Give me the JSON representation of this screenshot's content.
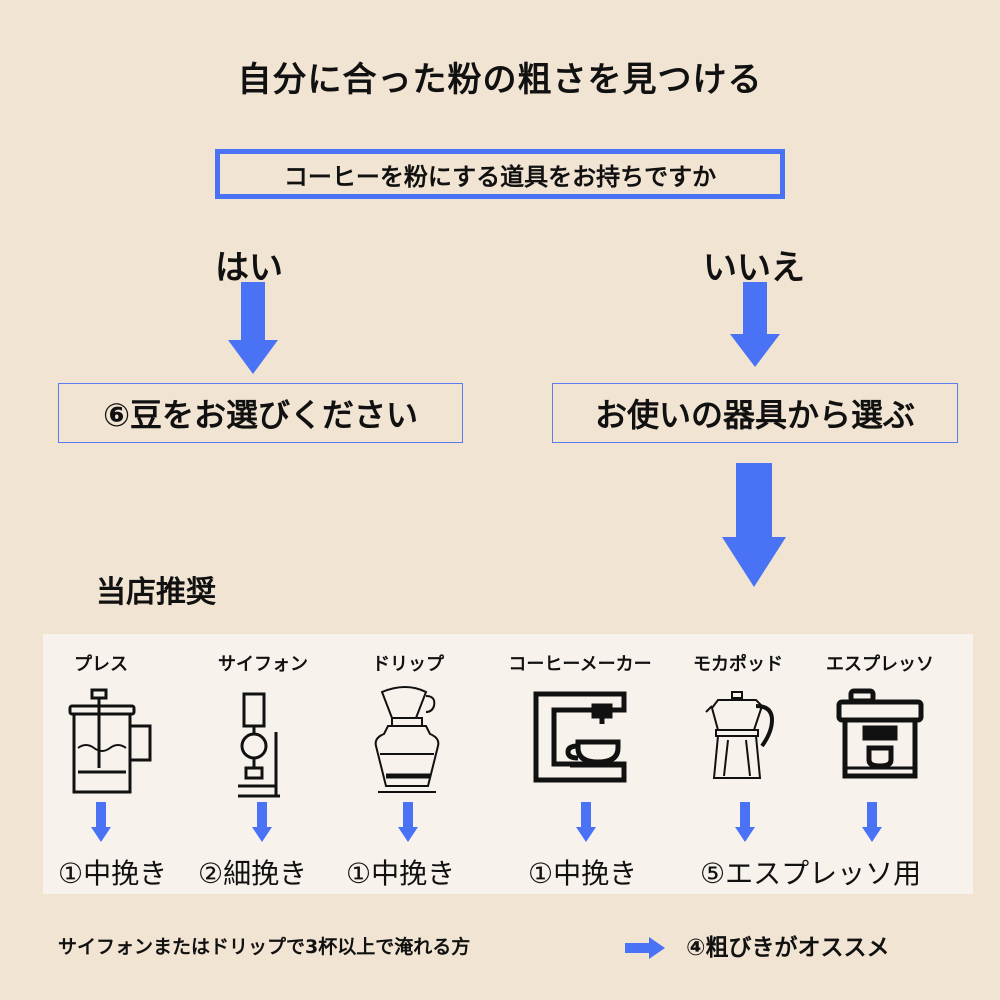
{
  "title": "自分に合った粉の粗さを見つける",
  "question": "コーヒーを粉にする道具をお持ちですか",
  "answers": {
    "yes": "はい",
    "no": "いいえ"
  },
  "yes_result": "⑥豆をお選びください",
  "no_result": "お使いの器具から選ぶ",
  "recommend_title": "当店推奨",
  "tools": [
    {
      "label": "プレス",
      "grind": "①中挽き"
    },
    {
      "label": "サイフォン",
      "grind": "②細挽き"
    },
    {
      "label": "ドリップ",
      "grind": "①中挽き"
    },
    {
      "label": "コーヒーメーカー",
      "grind": "①中挽き"
    },
    {
      "label": "モカポッド",
      "grind": ""
    },
    {
      "label": "エスプレッソ",
      "grind": ""
    }
  ],
  "espresso_grind": "⑤エスプレッソ用",
  "note": "サイフォンまたはドリップで3杯以上で淹れる方",
  "note_result": "④粗びきがオススメ",
  "colors": {
    "background": "#f2e4d2",
    "accent": "#4a72f5",
    "panel": "#f8f2ec"
  }
}
